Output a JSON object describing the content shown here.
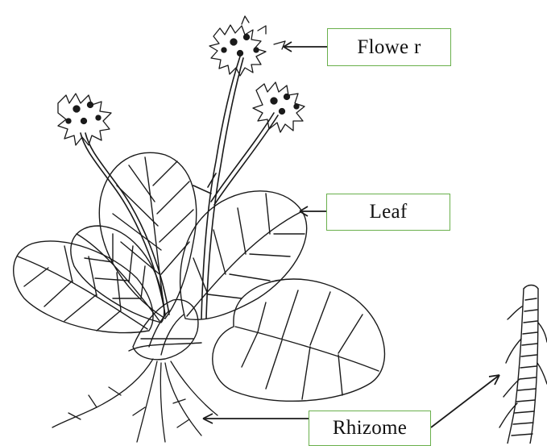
{
  "labels": {
    "flower": "Flowe r",
    "leaf": "Leaf",
    "rhizome": "Rhizome"
  },
  "colors": {
    "box_border": "#6ab04c",
    "ink": "#1a1a1a"
  }
}
